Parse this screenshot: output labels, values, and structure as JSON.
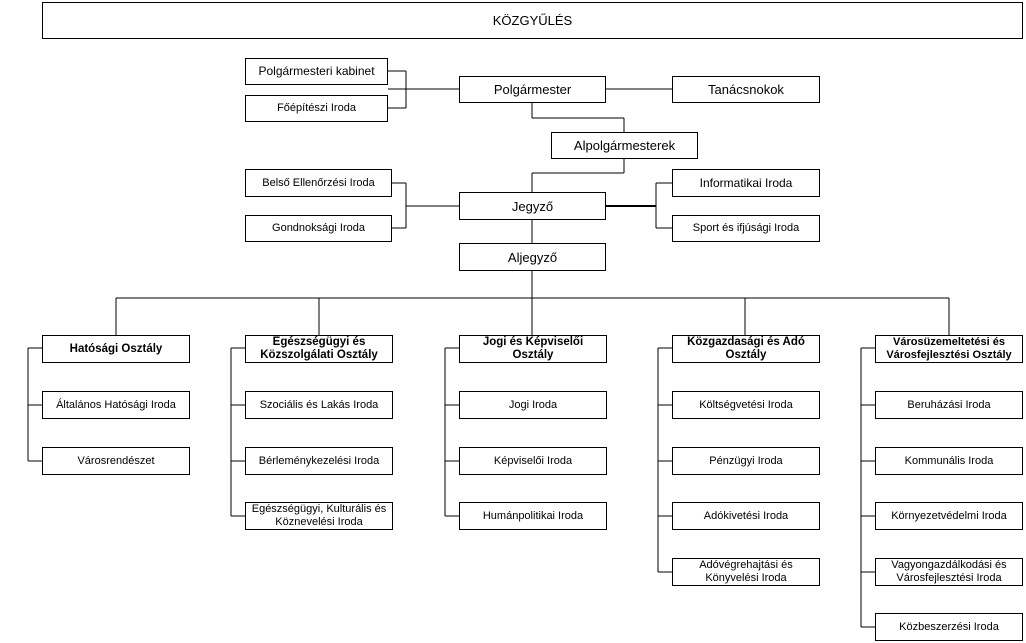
{
  "assembly": "KÖZGYŰLÉS",
  "mayor_level": {
    "mayor": "Polgármester",
    "cabinet": "Polgármesteri kabinet",
    "chief_architect": "Főépítészi Iroda",
    "advisors": "Tanácsnokok",
    "deputy_mayors": "Alpolgármesterek"
  },
  "notary_level": {
    "notary": "Jegyző",
    "internal_audit": "Belső Ellenőrzési Iroda",
    "custodian": "Gondnoksági Iroda",
    "it": "Informatikai Iroda",
    "sport_youth": "Sport és ifjúsági Iroda",
    "deputy_notary": "Aljegyző"
  },
  "departments": [
    {
      "name": "Hatósági Osztály",
      "offices": [
        "Általános Hatósági Iroda",
        "Városrendészet"
      ]
    },
    {
      "name": "Egészségügyi és Közszolgálati Osztály",
      "offices": [
        "Szociális és Lakás Iroda",
        "Bérleménykezelési Iroda",
        "Egészségügyi, Kulturális és Köznevelési Iroda"
      ]
    },
    {
      "name": "Jogi és Képviselői Osztály",
      "offices": [
        "Jogi Iroda",
        "Képviselői Iroda",
        "Humánpolitikai Iroda"
      ]
    },
    {
      "name": "Közgazdasági és Adó Osztály",
      "offices": [
        "Költségvetési Iroda",
        "Pénzügyi Iroda",
        "Adókivetési Iroda",
        "Adóvégrehajtási és Könyvelési Iroda"
      ]
    },
    {
      "name": "Városüzemeltetési és Városfejlesztési Osztály",
      "offices": [
        "Beruházási Iroda",
        "Kommunális Iroda",
        "Környezetvédelmi Iroda",
        "Vagyongazdálkodási és Városfejlesztési Iroda",
        "Közbeszerzési Iroda"
      ]
    }
  ]
}
